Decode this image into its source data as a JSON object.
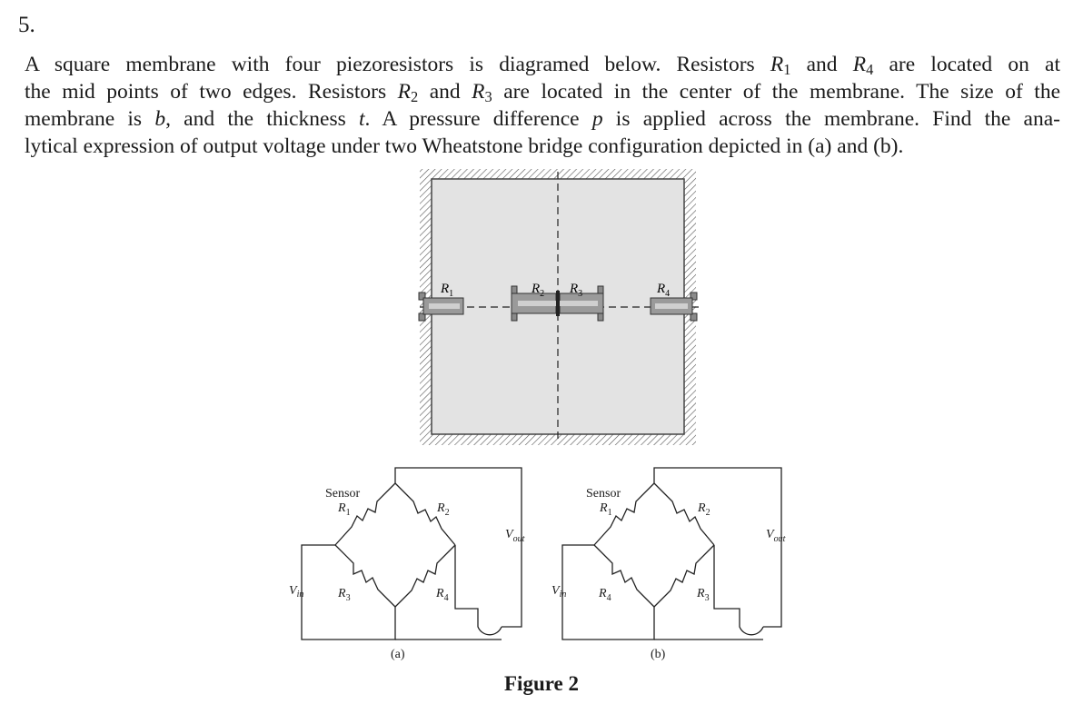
{
  "question": {
    "number": "5.",
    "lines": [
      [
        "A square membrane with four piezoresistors is diagramed below. Resistors ",
        "R",
        "1",
        " and ",
        "R",
        "4",
        " are located on at"
      ],
      [
        "the mid points of two edges. Resistors ",
        "R",
        "2",
        " and ",
        "R",
        "3",
        " are located in the center of the membrane. The size of the"
      ],
      [
        "membrane is ",
        "b",
        "",
        ", and the thickness ",
        "t",
        "",
        ". A pressure difference ",
        "p",
        "",
        " is applied across the membrane. Find the ana-"
      ],
      [
        "lytical expression of output voltage under two Wheatstone bridge configuration depicted in (a) and (b).",
        "",
        ""
      ]
    ]
  },
  "membrane": {
    "resistor_labels": [
      {
        "sym": "R",
        "sub": "1"
      },
      {
        "sym": "R",
        "sub": "2"
      },
      {
        "sym": "R",
        "sub": "3"
      },
      {
        "sym": "R",
        "sub": "4"
      }
    ]
  },
  "bridge_a": {
    "sensor_label": "Sensor",
    "top_left": {
      "sym": "R",
      "sub": "1"
    },
    "top_right": {
      "sym": "R",
      "sub": "2"
    },
    "bottom_left": {
      "sym": "R",
      "sub": "3"
    },
    "bottom_right": {
      "sym": "R",
      "sub": "4"
    },
    "vin": {
      "sym": "V",
      "sub": "in"
    },
    "vout": {
      "sym": "V",
      "sub": "out"
    },
    "caption": "(a)"
  },
  "bridge_b": {
    "sensor_label": "Sensor",
    "top_left": {
      "sym": "R",
      "sub": "1"
    },
    "top_right": {
      "sym": "R",
      "sub": "2"
    },
    "bottom_left": {
      "sym": "R",
      "sub": "4"
    },
    "bottom_right": {
      "sym": "R",
      "sub": "3"
    },
    "vin": {
      "sym": "V",
      "sub": "in"
    },
    "vout": {
      "sym": "V",
      "sub": "out"
    },
    "caption": "(b)"
  },
  "figure_title": "Figure 2"
}
